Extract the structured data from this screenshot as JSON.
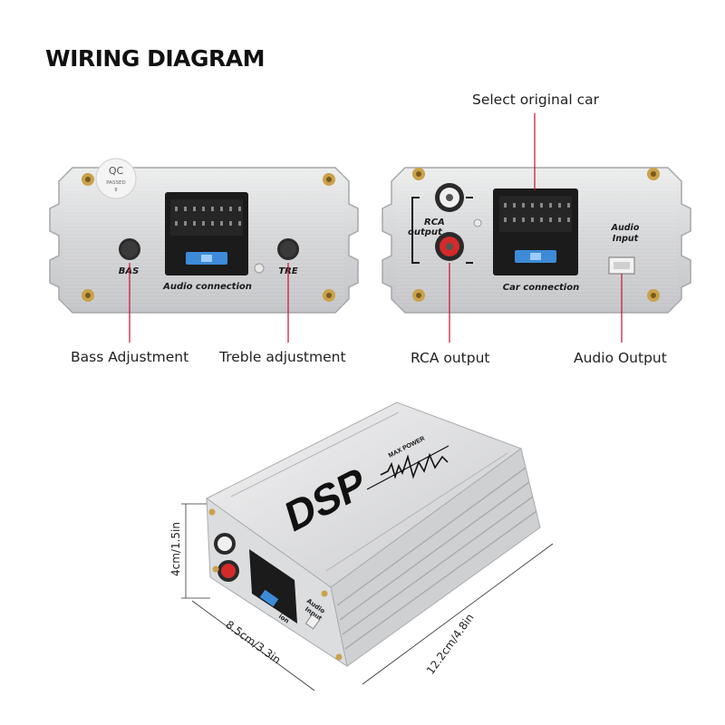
{
  "title": "WIRING DIAGRAM",
  "callouts": {
    "select_original_car": "Select original car",
    "bass_adjustment": "Bass Adjustment",
    "treble_adjustment": "Treble adjustment",
    "rca_output": "RCA output",
    "audio_output": "Audio Output"
  },
  "left_panel": {
    "qc_label": "QC",
    "qc_passed": "PASSED",
    "qc_num": "8",
    "bas_label": "BAS",
    "tre_label": "TRE",
    "audio_connection_label": "Audio connection"
  },
  "right_panel": {
    "rca_label_1": "RCA",
    "rca_label_2": "output",
    "car_connection_label": "Car connection",
    "audio_input_label_1": "Audio",
    "audio_input_label_2": "Input"
  },
  "device": {
    "brand": "DSP",
    "subtitle": "MAX POWER",
    "side_label_1": "Audio",
    "side_label_2": "Input",
    "connector_label": "ion"
  },
  "dimensions": {
    "height": "4cm/1.5in",
    "width": "8.5cm/3.3in",
    "length": "12.2cm/4.8in"
  },
  "colors": {
    "leader_line": "#c8102e",
    "panel_silver": "#d9dadc",
    "connector_black": "#1b1b1b",
    "fuse_blue": "#3d8bd8",
    "rca_red": "#d42a2a"
  }
}
